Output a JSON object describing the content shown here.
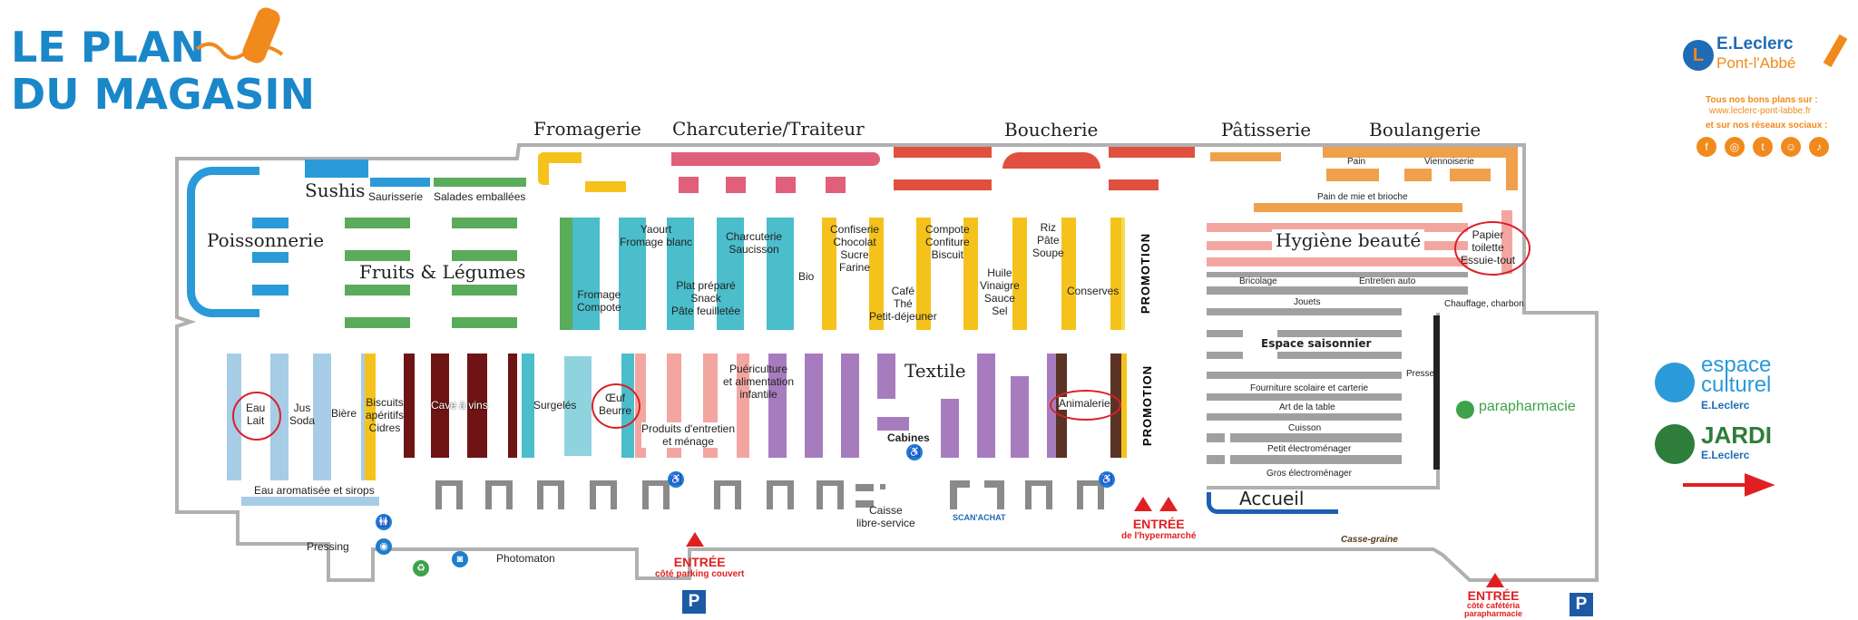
{
  "header": {
    "title_line1": "LE PLAN",
    "title_line2": "DU MAGASIN"
  },
  "brand": {
    "name": "E.Leclerc",
    "store": "Pont-l'Abbé",
    "tagline": "Tous nos bons plans sur :",
    "website": "www.leclerc-pont-labbe.fr",
    "social_label": "et sur nos réseaux sociaux :",
    "social_icons": [
      "facebook-icon",
      "instagram-icon",
      "twitter-icon",
      "snapchat-icon",
      "tiktok-icon"
    ]
  },
  "colors": {
    "accent": "#1a87c9",
    "red": "#e02020",
    "orange": "#f08a1c"
  },
  "departments": {
    "fromagerie": "Fromagerie",
    "charcuterie_traiteur": "Charcuterie/Traiteur",
    "boucherie": "Boucherie",
    "patisserie": "Pâtisserie",
    "boulangerie": "Boulangerie",
    "sushis": "Sushis",
    "saurisserie": "Saurisserie",
    "salades": "Salades emballées",
    "poissonnerie": "Poissonnerie",
    "fruits_legumes": "Fruits & Légumes",
    "hygiene": "Hygiène beauté",
    "textile": "Textile",
    "accueil": "Accueil",
    "espace_saisonnier": "Espace saisonnier"
  },
  "aisles_top": {
    "fromage_compote": [
      "Fromage",
      "Compote"
    ],
    "yaourt": [
      "Yaourt",
      "Fromage blanc"
    ],
    "plat_prepare": [
      "Plat préparé",
      "Snack",
      "Pâte feuilletée"
    ],
    "charcuterie": [
      "Charcuterie",
      "Saucisson"
    ],
    "bio": "Bio",
    "confiserie": [
      "Confiserie",
      "Chocolat",
      "Sucre",
      "Farine"
    ],
    "cafe": [
      "Café",
      "Thé",
      "Petit-déjeuner"
    ],
    "compote": [
      "Compote",
      "Confiture",
      "Biscuit"
    ],
    "huile": [
      "Huile",
      "Vinaigre",
      "Sauce",
      "Sel"
    ],
    "riz": [
      "Riz",
      "Pâte",
      "Soupe"
    ],
    "conserves": "Conserves",
    "promotion": "PROMOTION"
  },
  "aisles_bottom": {
    "eau_lait": [
      "Eau",
      "Lait"
    ],
    "jus": [
      "Jus",
      "Soda"
    ],
    "biere": "Bière",
    "biscuits": [
      "Biscuits",
      "apéritifs",
      "Cidres"
    ],
    "cave": "Cave à vins",
    "surgeles": "Surgelés",
    "oeuf": [
      "Œuf",
      "Beurre"
    ],
    "entretien": [
      "Produits d'entretien",
      "et ménage"
    ],
    "puericulture": [
      "Puériculture",
      "et alimentation",
      "infantile"
    ],
    "animalerie": "Animalerie",
    "cabines": "Cabines",
    "eau_aromatisee": "Eau aromatisée et sirops"
  },
  "right_section": {
    "pain": "Pain",
    "viennoiserie": "Viennoiserie",
    "pain_mie": "Pain de mie et brioche",
    "papier": [
      "Papier",
      "toilette",
      "Essuie-tout"
    ],
    "bricolage": "Bricolage",
    "entretien_auto": "Entretien auto",
    "jouets": "Jouets",
    "chauffage": "Chauffage, charbon",
    "fournitures": "Fourniture scolaire et carterie",
    "art_table": "Art de la table",
    "cuisson": "Cuisson",
    "petit_electro": "Petit électroménager",
    "gros_electro": "Gros électroménager",
    "presse": "Presse"
  },
  "services": {
    "caisse": [
      "Caisse",
      "libre-service"
    ],
    "pressing": "Pressing",
    "photomaton": "Photomaton",
    "parapharmacie": "parapharmacie",
    "casse_graine": "Casse-graine",
    "scan": "SCAN'ACHAT"
  },
  "entrances": {
    "parking": {
      "title": "ENTRÉE",
      "sub": "côté parking couvert"
    },
    "hyper": {
      "title": "ENTRÉE",
      "sub": "de l'hypermarché"
    },
    "cafeteria": {
      "title": "ENTRÉE",
      "sub": "côté cafétéria",
      "sub2": "parapharmacie"
    }
  },
  "side_brands": {
    "espace": "espace",
    "culturel": "culturel",
    "jardi": "JARDI",
    "leclerc": "E.Leclerc"
  },
  "parking_label": "P"
}
